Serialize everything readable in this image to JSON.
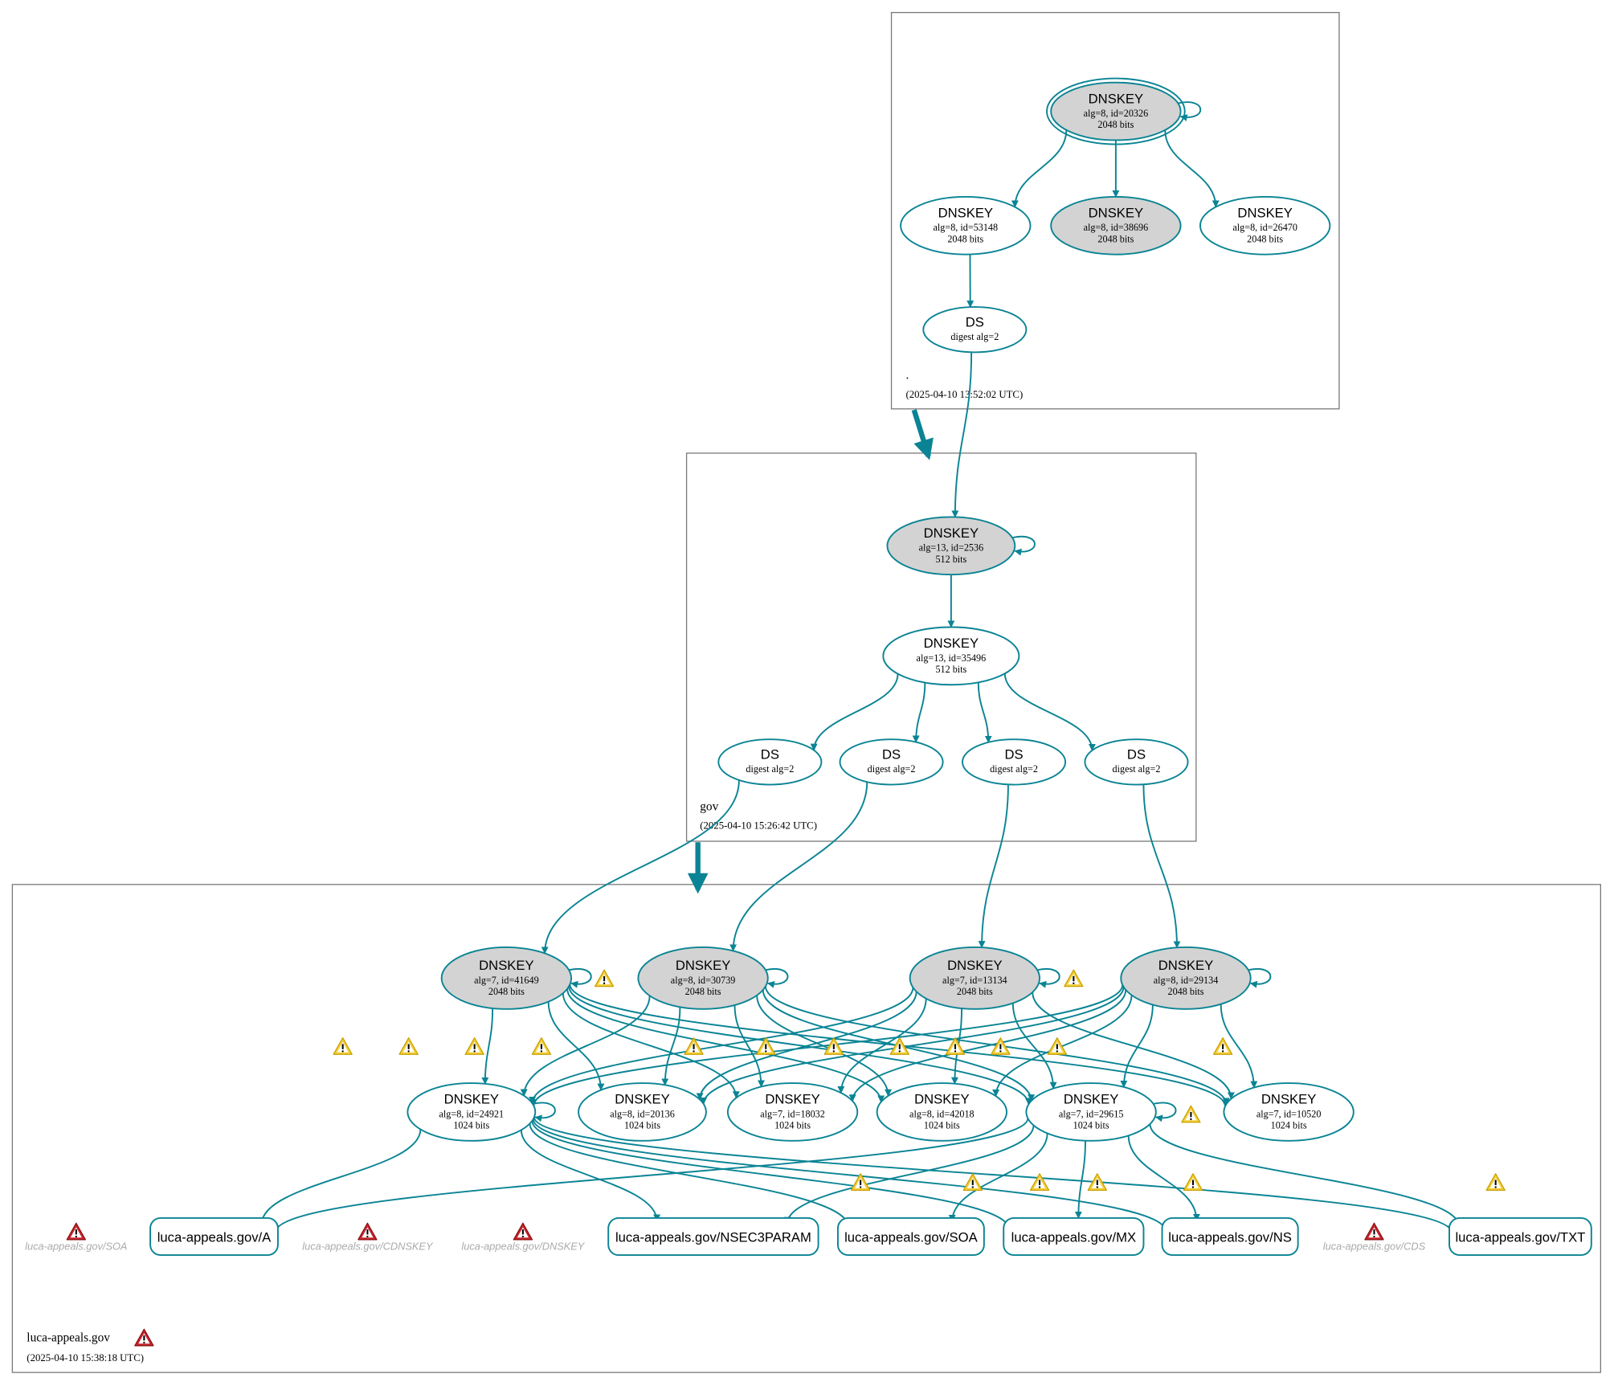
{
  "colors": {
    "edge": "#0a8494",
    "ksk_fill": "#d3d3d3",
    "zone_border": "#777777",
    "warn_yellow": "#f3cf3c",
    "warn_red": "#c8262c",
    "missing_text": "#aaaaaa"
  },
  "zones": [
    {
      "id": "root",
      "name": ".",
      "timestamp": "(2025-04-10 13:52:02 UTC)"
    },
    {
      "id": "gov",
      "name": "gov",
      "timestamp": "(2025-04-10 15:26:42 UTC)"
    },
    {
      "id": "luca",
      "name": "luca-appeals.gov",
      "timestamp": "(2025-04-10 15:38:18 UTC)",
      "warning": "red-warning-icon"
    }
  ],
  "nodes": [
    {
      "id": "r20326",
      "type": "DNSKEY",
      "line2": "alg=8, id=20326",
      "line3": "2048 bits",
      "sep": true,
      "anchor": true
    },
    {
      "id": "r53148",
      "type": "DNSKEY",
      "line2": "alg=8, id=53148",
      "line3": "2048 bits",
      "sep": false
    },
    {
      "id": "r38696",
      "type": "DNSKEY",
      "line2": "alg=8, id=38696",
      "line3": "2048 bits",
      "sep": true
    },
    {
      "id": "r26470",
      "type": "DNSKEY",
      "line2": "alg=8, id=26470",
      "line3": "2048 bits",
      "sep": false
    },
    {
      "id": "rds",
      "type": "DS",
      "line2": "digest alg=2",
      "line3": "",
      "sep": false
    },
    {
      "id": "g2536",
      "type": "DNSKEY",
      "line2": "alg=13, id=2536",
      "line3": "512 bits",
      "sep": true
    },
    {
      "id": "g35496",
      "type": "DNSKEY",
      "line2": "alg=13, id=35496",
      "line3": "512 bits",
      "sep": false
    },
    {
      "id": "gds1",
      "type": "DS",
      "line2": "digest alg=2",
      "line3": "",
      "sep": false
    },
    {
      "id": "gds2",
      "type": "DS",
      "line2": "digest alg=2",
      "line3": "",
      "sep": false
    },
    {
      "id": "gds3",
      "type": "DS",
      "line2": "digest alg=2",
      "line3": "",
      "sep": false
    },
    {
      "id": "gds4",
      "type": "DS",
      "line2": "digest alg=2",
      "line3": "",
      "sep": false
    },
    {
      "id": "l41649",
      "type": "DNSKEY",
      "line2": "alg=7, id=41649",
      "line3": "2048 bits",
      "sep": true
    },
    {
      "id": "l30739",
      "type": "DNSKEY",
      "line2": "alg=8, id=30739",
      "line3": "2048 bits",
      "sep": true
    },
    {
      "id": "l13134",
      "type": "DNSKEY",
      "line2": "alg=7, id=13134",
      "line3": "2048 bits",
      "sep": true
    },
    {
      "id": "l29134",
      "type": "DNSKEY",
      "line2": "alg=8, id=29134",
      "line3": "2048 bits",
      "sep": true
    },
    {
      "id": "l24921",
      "type": "DNSKEY",
      "line2": "alg=8, id=24921",
      "line3": "1024 bits",
      "sep": false
    },
    {
      "id": "l20136",
      "type": "DNSKEY",
      "line2": "alg=8, id=20136",
      "line3": "1024 bits",
      "sep": false
    },
    {
      "id": "l18032",
      "type": "DNSKEY",
      "line2": "alg=7, id=18032",
      "line3": "1024 bits",
      "sep": false
    },
    {
      "id": "l42018",
      "type": "DNSKEY",
      "line2": "alg=8, id=42018",
      "line3": "1024 bits",
      "sep": false
    },
    {
      "id": "l29615",
      "type": "DNSKEY",
      "line2": "alg=7, id=29615",
      "line3": "1024 bits",
      "sep": false
    },
    {
      "id": "l10520",
      "type": "DNSKEY",
      "line2": "alg=7, id=10520",
      "line3": "1024 bits",
      "sep": false
    }
  ],
  "records": [
    {
      "id": "recA",
      "label": "luca-appeals.gov/A"
    },
    {
      "id": "recNSEC3PARAM",
      "label": "luca-appeals.gov/NSEC3PARAM"
    },
    {
      "id": "recSOA",
      "label": "luca-appeals.gov/SOA"
    },
    {
      "id": "recMX",
      "label": "luca-appeals.gov/MX"
    },
    {
      "id": "recNS",
      "label": "luca-appeals.gov/NS"
    },
    {
      "id": "recTXT",
      "label": "luca-appeals.gov/TXT"
    }
  ],
  "missing_records": [
    {
      "id": "missSOA",
      "label": "luca-appeals.gov/SOA"
    },
    {
      "id": "missCDNSKEY",
      "label": "luca-appeals.gov/CDNSKEY"
    },
    {
      "id": "missDNSKEY",
      "label": "luca-appeals.gov/DNSKEY"
    },
    {
      "id": "missCDS",
      "label": "luca-appeals.gov/CDS"
    }
  ]
}
